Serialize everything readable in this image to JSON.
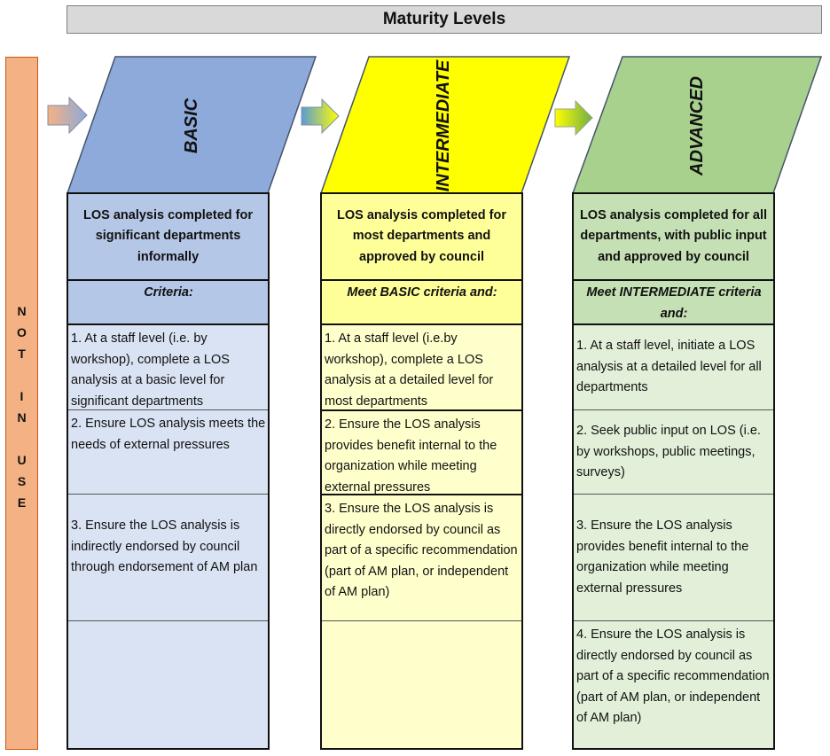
{
  "header": {
    "title": "Maturity Levels"
  },
  "sidebar": {
    "letters": [
      "N",
      "O",
      "T",
      "I",
      "N",
      "U",
      "S",
      "E"
    ]
  },
  "colors": {
    "basic_header": "#8eaadb",
    "basic_title": "#b4c7e7",
    "basic_body": "#dae3f3",
    "intermediate_header": "#ffff00",
    "intermediate_title": "#ffff99",
    "intermediate_body": "#ffffcc",
    "advanced_header": "#a9d18e",
    "advanced_title": "#c5e0b4",
    "advanced_body": "#e2f0d9",
    "side": "#f4b183"
  },
  "levels": [
    {
      "label": "BASIC",
      "title": "LOS analysis completed for significant departments informally",
      "criteria": "Criteria:",
      "items": [
        "1. At a staff level (i.e. by workshop), complete a LOS analysis at a basic level for significant departments",
        "2.  Ensure LOS analysis meets the needs of external pressures",
        "3.  Ensure the LOS analysis is indirectly endorsed by council through endorsement of AM plan"
      ]
    },
    {
      "label": "INTERMEDIATE",
      "title": "LOS analysis completed for most departments and approved by council",
      "criteria": "Meet BASIC criteria and:",
      "items": [
        "1. At a staff level (i.e.by workshop), complete a LOS analysis at a detailed level for most departments",
        "2.  Ensure the LOS analysis provides benefit internal to the organization while meeting external pressures",
        "3.  Ensure the LOS analysis is directly endorsed by council as part of a specific recommendation (part of AM plan, or independent of AM plan)"
      ]
    },
    {
      "label": "ADVANCED",
      "title": "LOS analysis completed for all departments, with public input and approved by council",
      "criteria": "Meet INTERMEDIATE criteria and:",
      "items": [
        "1. At a staff level, initiate a LOS analysis at a detailed level for all departments",
        "2.  Seek public input on LOS (i.e. by workshops, public meetings, surveys)",
        "3.  Ensure the LOS analysis provides benefit internal to the organization while meeting external pressures",
        "4.  Ensure the LOS analysis is directly endorsed by council as part of a specific recommendation (part of AM plan, or independent of AM plan)"
      ]
    }
  ]
}
